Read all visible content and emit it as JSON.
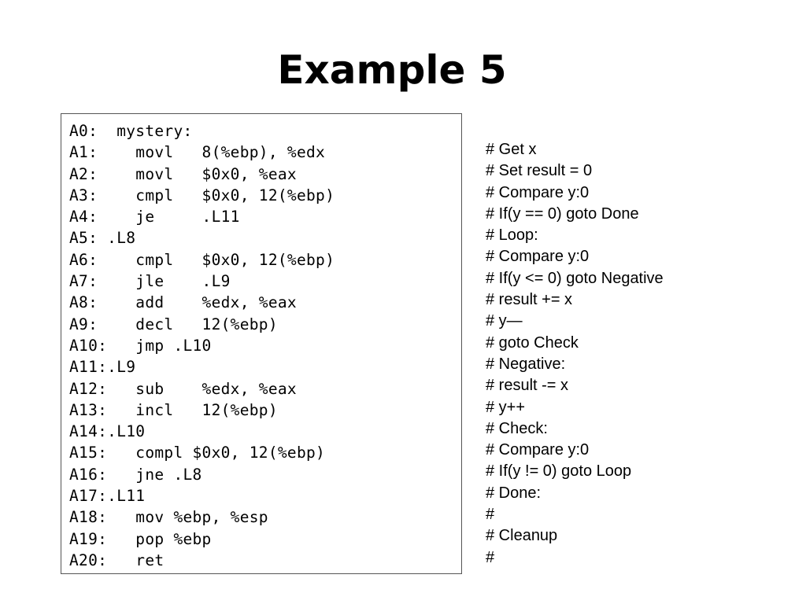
{
  "slide": {
    "title": "Example 5"
  },
  "code_lines": [
    "A0:  mystery:",
    "A1:    movl   8(%ebp), %edx",
    "A2:    movl   $0x0, %eax",
    "A3:    cmpl   $0x0, 12(%ebp)",
    "A4:    je     .L11",
    "A5: .L8",
    "A6:    cmpl   $0x0, 12(%ebp)",
    "A7:    jle    .L9",
    "A8:    add    %edx, %eax",
    "A9:    decl   12(%ebp)",
    "A10:   jmp .L10",
    "A11:.L9",
    "A12:   sub    %edx, %eax",
    "A13:   incl   12(%ebp)",
    "A14:.L10",
    "A15:   compl $0x0, 12(%ebp)",
    "A16:   jne .L8",
    "A17:.L11",
    "A18:   mov %ebp, %esp",
    "A19:   pop %ebp",
    "A20:   ret"
  ],
  "comments": [
    "# Get x",
    "# Set result = 0",
    "# Compare y:0",
    "# If(y == 0) goto Done",
    "# Loop:",
    "# Compare y:0",
    "# If(y <= 0) goto Negative",
    "# result += x",
    "# y—",
    "# goto Check",
    "# Negative:",
    "# result -= x",
    "# y++",
    "# Check:",
    "# Compare y:0",
    "# If(y != 0) goto Loop",
    "# Done:",
    "#",
    "# Cleanup",
    "#"
  ]
}
